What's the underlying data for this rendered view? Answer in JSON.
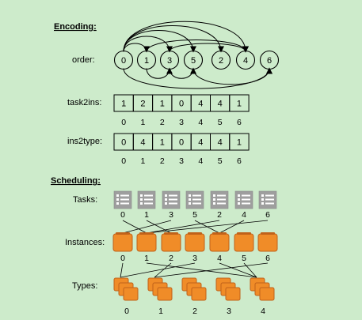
{
  "encoding": {
    "title": "Encoding:",
    "order_label": "order:",
    "order": [
      "0",
      "1",
      "3",
      "5",
      "2",
      "4",
      "6"
    ],
    "task2ins_label": "task2ins:",
    "task2ins": [
      "1",
      "2",
      "1",
      "0",
      "4",
      "4",
      "1"
    ],
    "ins2type_label": "ins2type:",
    "ins2type": [
      "0",
      "4",
      "1",
      "0",
      "4",
      "4",
      "1"
    ],
    "indices": [
      "0",
      "1",
      "2",
      "3",
      "4",
      "5",
      "6"
    ]
  },
  "scheduling": {
    "title": "Scheduling:",
    "tasks_label": "Tasks:",
    "task_indices": [
      "0",
      "1",
      "3",
      "5",
      "2",
      "4",
      "6"
    ],
    "instances_label": "Instances:",
    "instance_indices": [
      "0",
      "1",
      "2",
      "3",
      "4",
      "5",
      "6"
    ],
    "types_label": "Types:",
    "type_indices": [
      "0",
      "1",
      "2",
      "3",
      "4"
    ]
  },
  "colors": {
    "background": "#cdebcb",
    "task_icon": "#9e9e9e",
    "instance": "#f08c28",
    "instance_edge": "#c0621a"
  },
  "icons": {
    "task": "server-list-icon",
    "instance": "instance-box-icon",
    "type": "stacked-instances-icon"
  }
}
